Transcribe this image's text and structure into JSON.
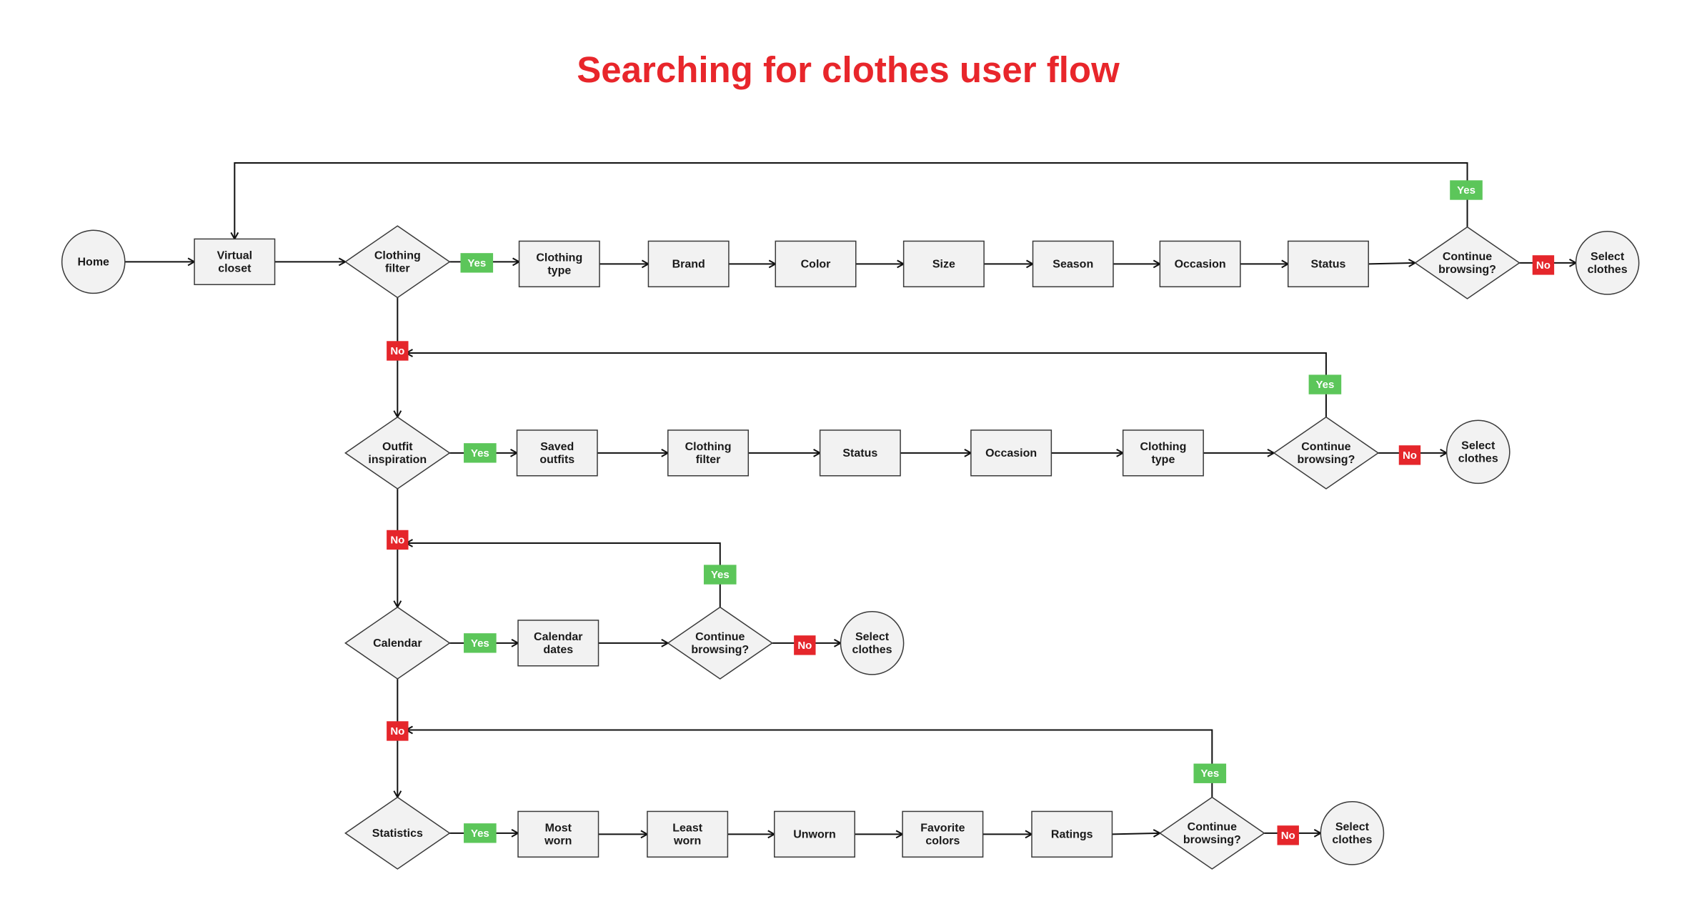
{
  "title": "Searching for clothes user flow",
  "colors": {
    "title": "#e8262b",
    "yes": "#5cc65a",
    "no": "#e5262b"
  },
  "nodes": {
    "home": "Home",
    "virtual_closet": "Virtual closet",
    "clothing_filter": "Clothing filter",
    "r1_clothing_type": "Clothing type",
    "r1_brand": "Brand",
    "r1_color": "Color",
    "r1_size": "Size",
    "r1_season": "Season",
    "r1_occasion": "Occasion",
    "r1_status": "Status",
    "r1_continue": "Continue browsing?",
    "r1_select": "Select clothes",
    "outfit_inspiration": "Outfit inspiration",
    "r2_saved_outfits": "Saved outfits",
    "r2_clothing_filter": "Clothing filter",
    "r2_status": "Status",
    "r2_occasion": "Occasion",
    "r2_clothing_type": "Clothing type",
    "r2_continue": "Continue browsing?",
    "r2_select": "Select clothes",
    "calendar": "Calendar",
    "r3_calendar_dates": "Calendar dates",
    "r3_continue": "Continue browsing?",
    "r3_select": "Select clothes",
    "statistics": "Statistics",
    "r4_most_worn": "Most worn",
    "r4_least_worn": "Least worn",
    "r4_unworn": "Unworn",
    "r4_favorite_colors": "Favorite colors",
    "r4_ratings": "Ratings",
    "r4_continue": "Continue browsing?",
    "r4_select": "Select clothes"
  },
  "tags": {
    "yes": "Yes",
    "no": "No"
  }
}
